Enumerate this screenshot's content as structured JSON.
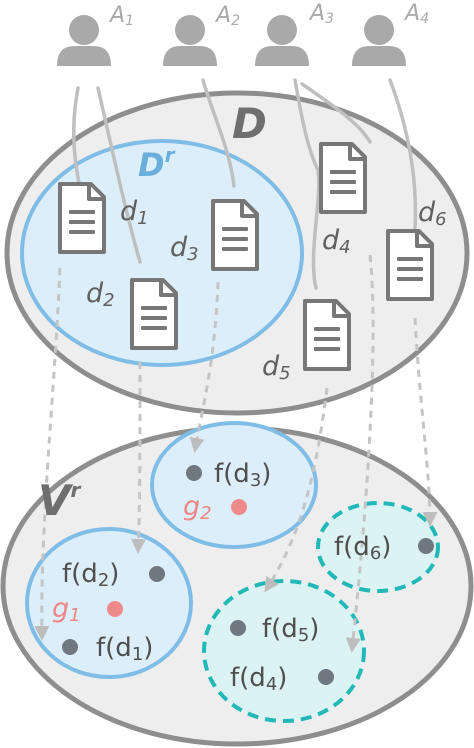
{
  "agents": [
    {
      "letter": "A",
      "sub": "1"
    },
    {
      "letter": "A",
      "sub": "2"
    },
    {
      "letter": "A",
      "sub": "3"
    },
    {
      "letter": "A",
      "sub": "4"
    }
  ],
  "sets": {
    "D": "D",
    "Dr_base": "D",
    "Dr_sup": "r",
    "Vr_base": "V",
    "Vr_sup": "r"
  },
  "documents": [
    {
      "letter": "d",
      "sub": "1"
    },
    {
      "letter": "d",
      "sub": "2"
    },
    {
      "letter": "d",
      "sub": "3"
    },
    {
      "letter": "d",
      "sub": "4"
    },
    {
      "letter": "d",
      "sub": "5"
    },
    {
      "letter": "d",
      "sub": "6"
    }
  ],
  "vectors": {
    "f_open": "f(d",
    "f_close": ")",
    "items": [
      "1",
      "2",
      "3",
      "4",
      "5",
      "6"
    ]
  },
  "groups": [
    {
      "letter": "g",
      "sub": "1"
    },
    {
      "letter": "g",
      "sub": "2"
    }
  ],
  "colors": {
    "agent": "#a9a9a9",
    "set_fill": "#eeeeee",
    "set_stroke": "#8e8e8e",
    "retrieved_fill": "#ddeefb",
    "retrieved_stroke": "#7fbde6",
    "cluster_fill": "#dcf3f3",
    "cluster_stroke": "#22b8b8",
    "doc_icon": "#777777",
    "dot": "#6f7780",
    "group_dot": "#ef8a8a",
    "arrow": "#c2c2c2"
  }
}
